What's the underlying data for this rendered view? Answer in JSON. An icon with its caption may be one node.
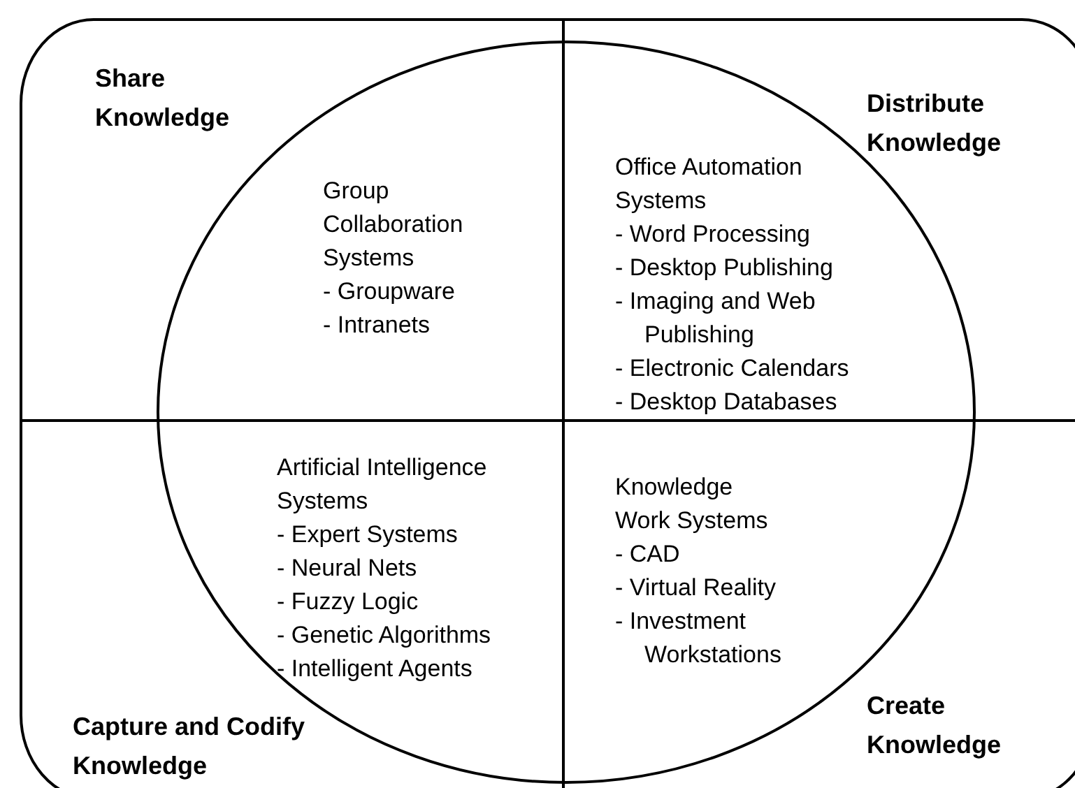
{
  "diagram": {
    "nodes": [
      {
        "text": [
          "Share Knowledge",
          "Distribute Knowledge",
          "Capture and Codify Knowledge",
          "Create Knowledge"
        ]
      },
      {
        "text": [
          "Group Collaboration Systems",
          "- Groupware",
          "- Intranets",
          "Office Automation Systems",
          "- Word Processing",
          "- Desktop Publishing",
          "- Imaging and Web Publishing",
          "- Electronic Calendars",
          "- Desktop Databases",
          "Artificial Intelligence Systems",
          "- Expert Systems",
          "- Neural Nets",
          "- Fuzzy Logic",
          "- Genetic Algorithms",
          "- Intelligent Agents",
          "Knowledge Work Systems",
          "- CAD",
          "- Virtual Reality",
          "- Investment Workstations"
        ],
        "in": 0
      }
    ],
    "edges": []
  }
}
